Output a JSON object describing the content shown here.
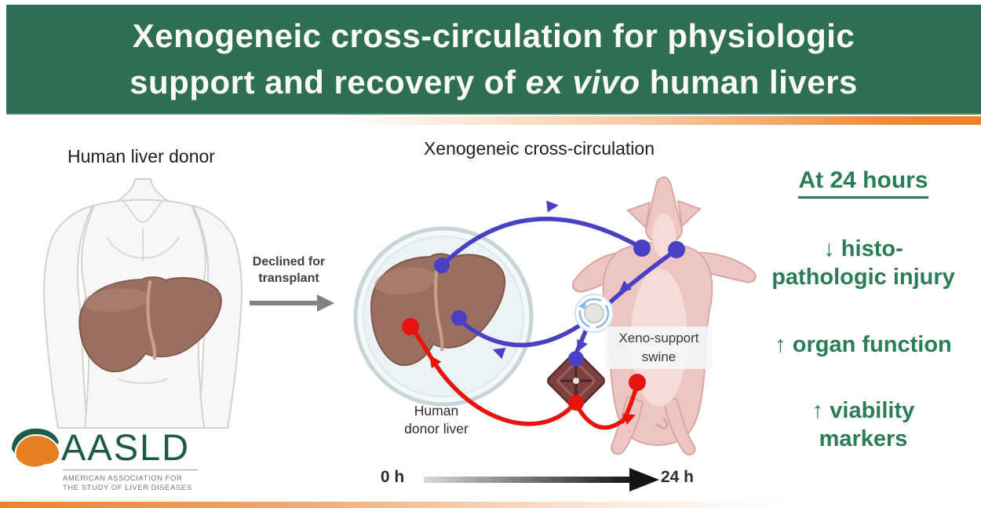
{
  "banner": {
    "title_line1": "Xenogeneic cross-circulation for physiologic",
    "title_line2_pre": "support and recovery of ",
    "title_line2_italic": "ex vivo",
    "title_line2_post": " human livers"
  },
  "left_panel": {
    "heading": "Human liver donor",
    "transition_line1": "Declined for",
    "transition_line2": "transplant"
  },
  "center_panel": {
    "heading": "Xenogeneic cross-circulation",
    "liver_label_line1": "Human",
    "liver_label_line2": "donor liver",
    "swine_label_line1": "Xeno-support",
    "swine_label_line2": "swine",
    "timeline_start": "0 h",
    "timeline_end": "24 h"
  },
  "right_panel": {
    "heading": "At 24 hours",
    "findings": [
      {
        "line1": "↓ histo-",
        "line2": "pathologic injury"
      },
      {
        "line1": "↑ organ function",
        "line2": ""
      },
      {
        "line1": "↑ viability",
        "line2": "markers"
      }
    ]
  },
  "footer": {
    "logo_acronym": "AASLD",
    "org_name_line1": "AMERICAN ASSOCIATION FOR",
    "org_name_line2": "THE STUDY OF LIVER DISEASES"
  },
  "colors": {
    "banner_green": "#2E6E55",
    "accent_orange": "#EF8632",
    "finding_green": "#2B7D57",
    "circuit_blue": "#4A40C4",
    "circuit_red": "#E8120F",
    "logo_green": "#1D5948",
    "logo_orange": "#E87E23"
  }
}
